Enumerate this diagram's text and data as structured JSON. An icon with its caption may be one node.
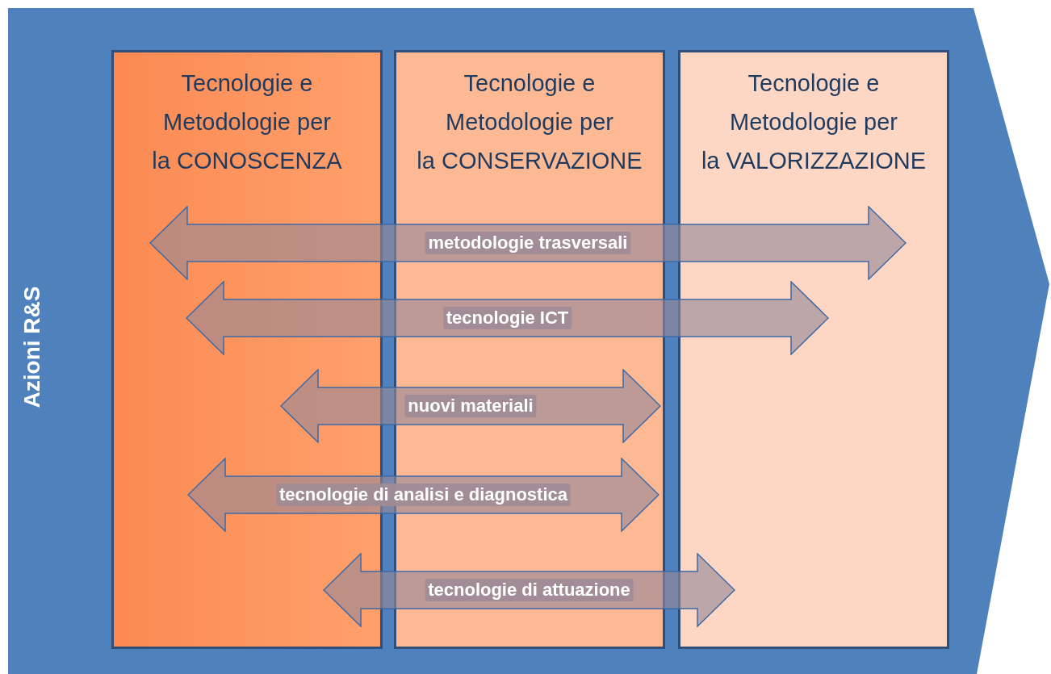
{
  "diagram": {
    "nodes": [
      {
        "text": [
          "Azioni R&S"
        ]
      },
      {
        "text": [
          "Tecnologie e Metodologie per la CONOSCENZA"
        ],
        "in": 0
      },
      {
        "text": [
          "Tecnologie e Metodologie per la CONSERVAZIONE"
        ],
        "in": 0
      },
      {
        "text": [
          "Tecnologie e Metodologie per la VALORIZZAZIONE"
        ],
        "in": 0
      }
    ],
    "edges": [
      {
        "from": 1,
        "to": 3,
        "arrow": "both",
        "label": "metodologie trasversali"
      },
      {
        "from": 1,
        "to": 3,
        "arrow": "both",
        "label": "tecnologie ICT"
      },
      {
        "from": 1,
        "to": 2,
        "arrow": "both",
        "label": "nuovi materiali"
      },
      {
        "from": 1,
        "to": 2,
        "arrow": "both",
        "label": "tecnologie di analisi e diagnostica"
      },
      {
        "from": 1,
        "to": 3,
        "arrow": "both",
        "label": "tecnologie di attuazione"
      }
    ]
  }
}
